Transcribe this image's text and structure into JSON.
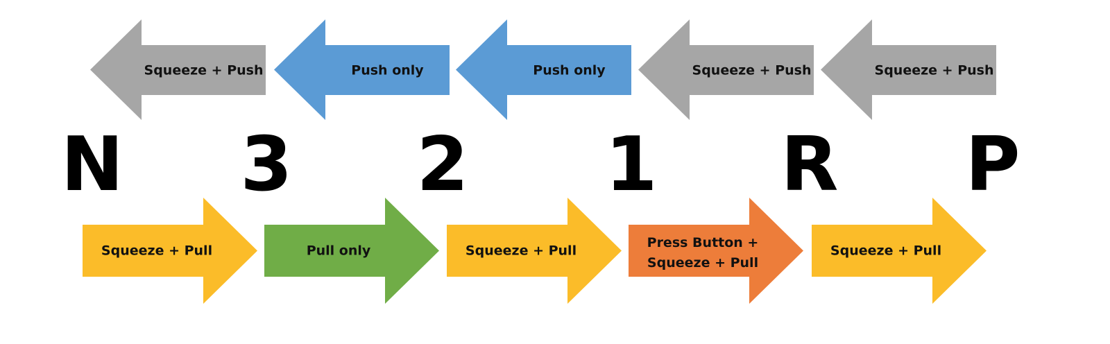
{
  "gears": [
    "N",
    "3",
    "2",
    "1",
    "R",
    "P"
  ],
  "top_arrows": [
    {
      "label": "Squeeze + Push",
      "color": "#a6a6a6"
    },
    {
      "label": "Push only",
      "color": "#5b9bd5"
    },
    {
      "label": "Push only",
      "color": "#5b9bd5"
    },
    {
      "label": "Squeeze + Push",
      "color": "#a6a6a6"
    },
    {
      "label": "Squeeze + Push",
      "color": "#a6a6a6"
    }
  ],
  "bottom_arrows": [
    {
      "label": "Squeeze + Pull",
      "color": "#fbbc29"
    },
    {
      "label": "Pull only",
      "color": "#70ad47"
    },
    {
      "label": "Squeeze + Pull",
      "color": "#fbbc29"
    },
    {
      "label": "Press Button + Squeeze + Pull",
      "lines": [
        "Press Button +",
        "Squeeze + Pull"
      ],
      "color": "#ed7d3a"
    },
    {
      "label": "Squeeze + Pull",
      "color": "#fbbc29"
    }
  ]
}
